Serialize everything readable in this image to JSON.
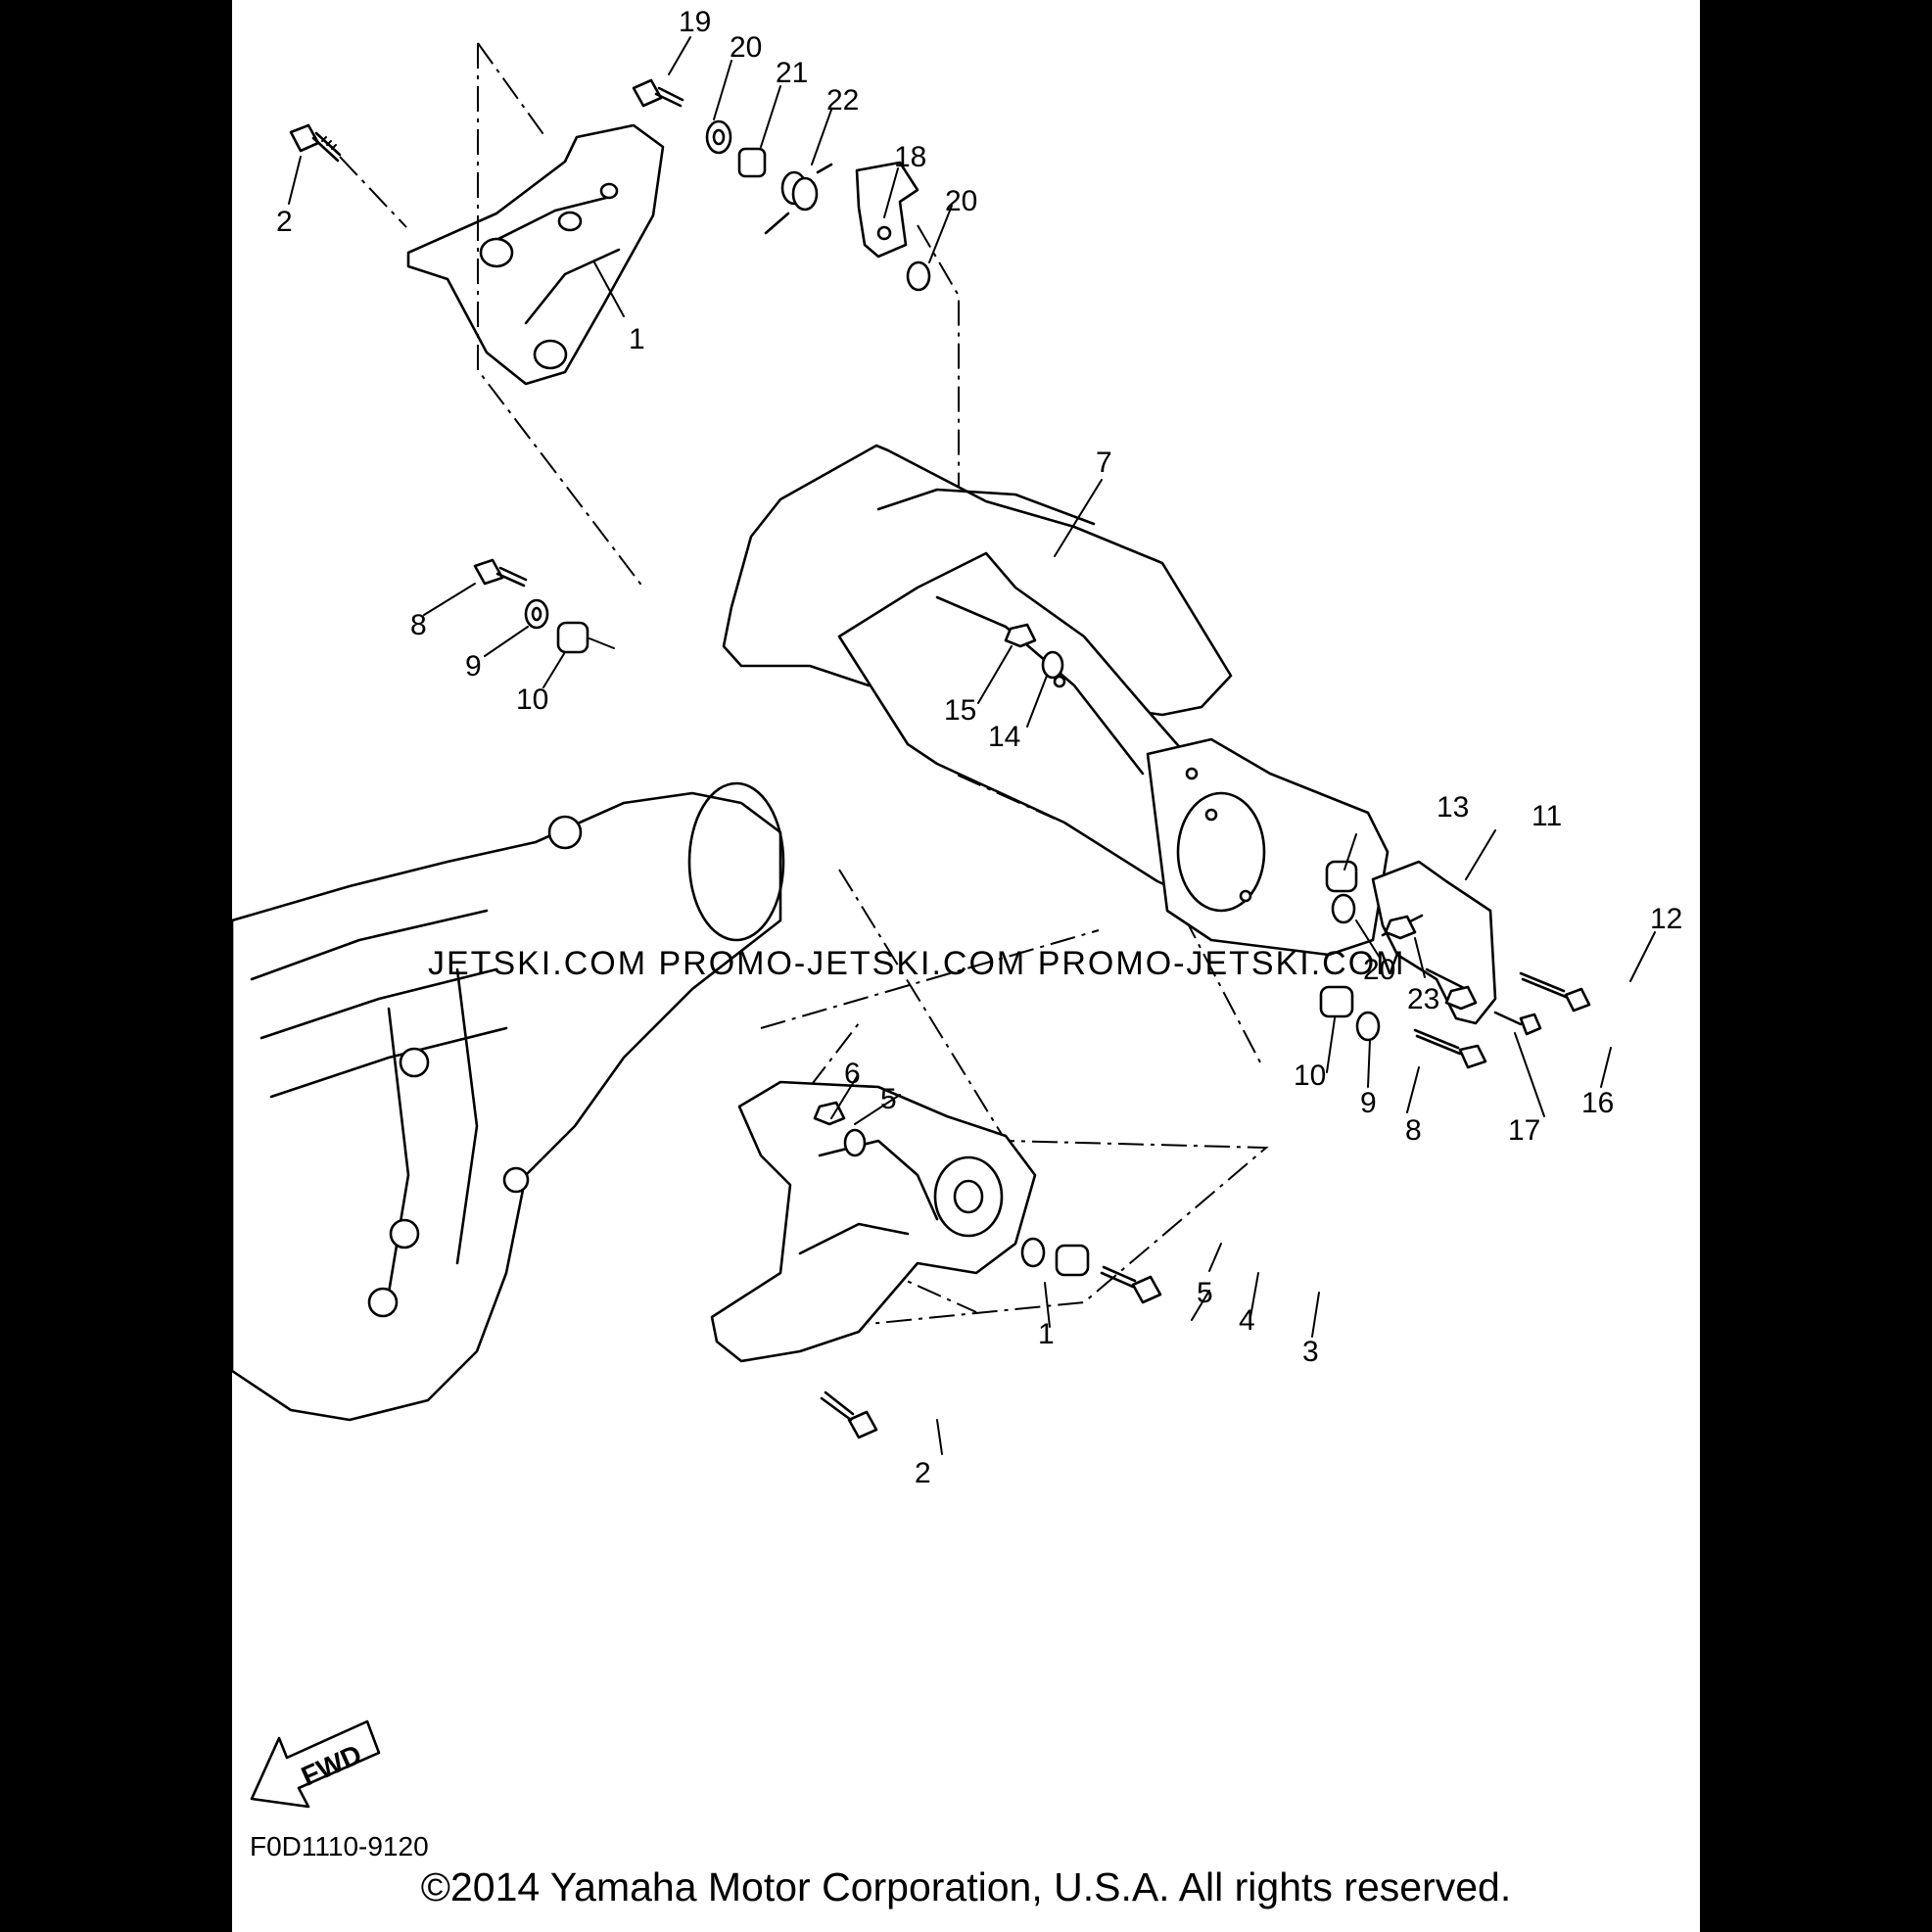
{
  "callouts": {
    "c19": "19",
    "c20a": "20",
    "c21": "21",
    "c22": "22",
    "c18": "18",
    "c20b": "20",
    "c2a": "2",
    "c1a": "1",
    "c7": "7",
    "c8a": "8",
    "c9a": "9",
    "c10a": "10",
    "c15": "15",
    "c14": "14",
    "c13": "13",
    "c11": "11",
    "c12": "12",
    "c20c": "20",
    "c23": "23",
    "c10b": "10",
    "c9b": "9",
    "c8b": "8",
    "c17": "17",
    "c16": "16",
    "c6": "6",
    "c5a": "5",
    "c5b": "5",
    "c4": "4",
    "c3": "3",
    "c1b": "1",
    "c2b": "2"
  },
  "fwd_label": "FWD",
  "watermark": "JETSKI.COM PROMO-JETSKI.COM PROMO-JETSKI.COM",
  "figure_code": "F0D1110-9120",
  "copyright": "©2014 Yamaha Motor Corporation, U.S.A. All rights reserved."
}
